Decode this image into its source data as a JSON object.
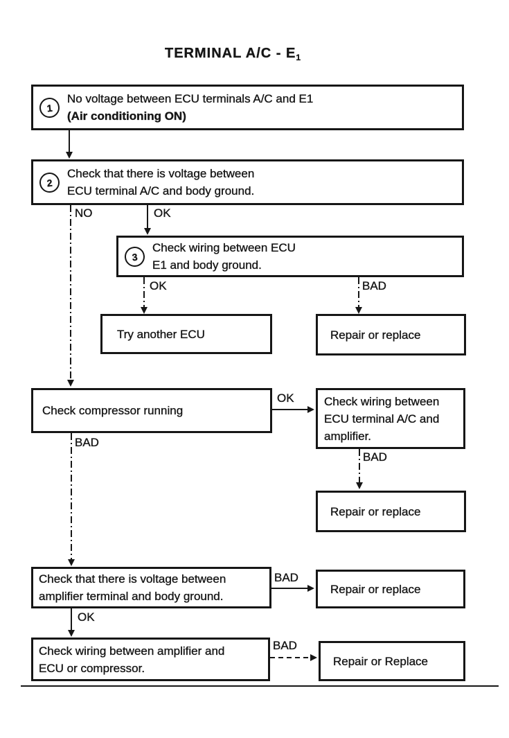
{
  "title": {
    "text": "TERMINAL A/C - E",
    "subscript": "1"
  },
  "colors": {
    "ink": "#161616",
    "paper": "#ffffff"
  },
  "steps": {
    "s1": {
      "number": "1",
      "line1": "No voltage between ECU terminals A/C and E1",
      "line2": "(Air conditioning ON)"
    },
    "s2": {
      "number": "2",
      "line1": "Check that there is voltage between",
      "line2": "ECU terminal A/C and body ground."
    },
    "s3": {
      "number": "3",
      "line1": "Check wiring between ECU",
      "line2": "E1 and body ground."
    },
    "try_another_ecu": "Try another ECU",
    "repair_1": "Repair or replace",
    "check_compressor": "Check compressor running",
    "wiring_amplifier": {
      "line1": "Check wiring between",
      "line2": "ECU terminal A/C and",
      "line3": "amplifier."
    },
    "repair_2": "Repair or replace",
    "voltage_amplifier": {
      "line1": "Check that there is voltage between",
      "line2": "amplifier terminal and body ground."
    },
    "repair_3": "Repair or replace",
    "wiring_amp_ecu": {
      "line1": "Check wiring between amplifier and",
      "line2": "ECU or compressor."
    },
    "repair_4": "Repair or Replace"
  },
  "labels": {
    "no_1": "NO",
    "ok_1": "OK",
    "ok_2": "OK",
    "bad_2": "BAD",
    "ok_3": "OK",
    "bad_3": "BAD",
    "bad_4": "BAD",
    "bad_5": "BAD",
    "ok_4": "OK",
    "bad_6": "BAD"
  }
}
